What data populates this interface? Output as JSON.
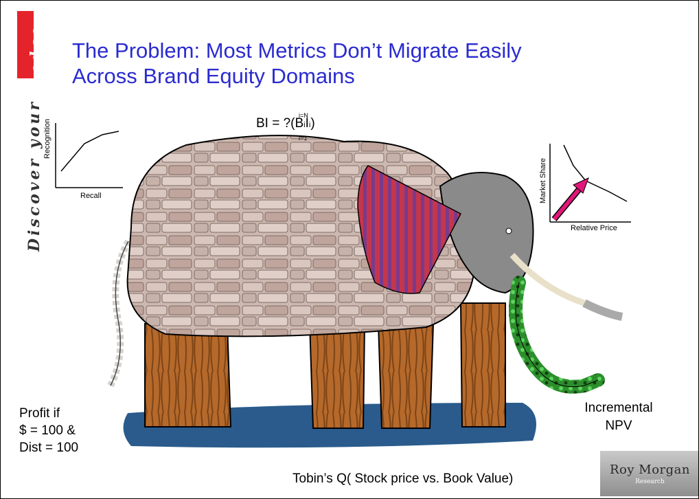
{
  "brand": {
    "tagline_dark": "Discover your",
    "tagline_red": "edge"
  },
  "title": {
    "line1": "The Problem: Most Metrics Don’t Migrate Easily",
    "line2": "Across Brand Equity Domains"
  },
  "formula": {
    "text": "BI = ?(B",
    "sub_i": "i",
    "mid": "I",
    "sub_i2": "i",
    "close": ")",
    "upper_limit": "i=N",
    "lower_limit": "i=1"
  },
  "left_chart": {
    "ylabel": "Recognition",
    "xlabel": "Recall"
  },
  "right_chart": {
    "ylabel": "Market Share",
    "xlabel": "Relative Price"
  },
  "labels": {
    "profit_line1": "Profit if",
    "profit_line2": "$ = 100 &",
    "profit_line3": "Dist = 100",
    "incremental_line1": "Incremental",
    "incremental_line2": "NPV",
    "tobin": "Tobin’s Q( Stock price vs. Book Value)"
  },
  "logo": {
    "name": "Roy Morgan",
    "sub": "Research"
  },
  "colors": {
    "title": "#2b2bd0",
    "brand_red": "#e4242a",
    "arrow": "#e0177a"
  }
}
